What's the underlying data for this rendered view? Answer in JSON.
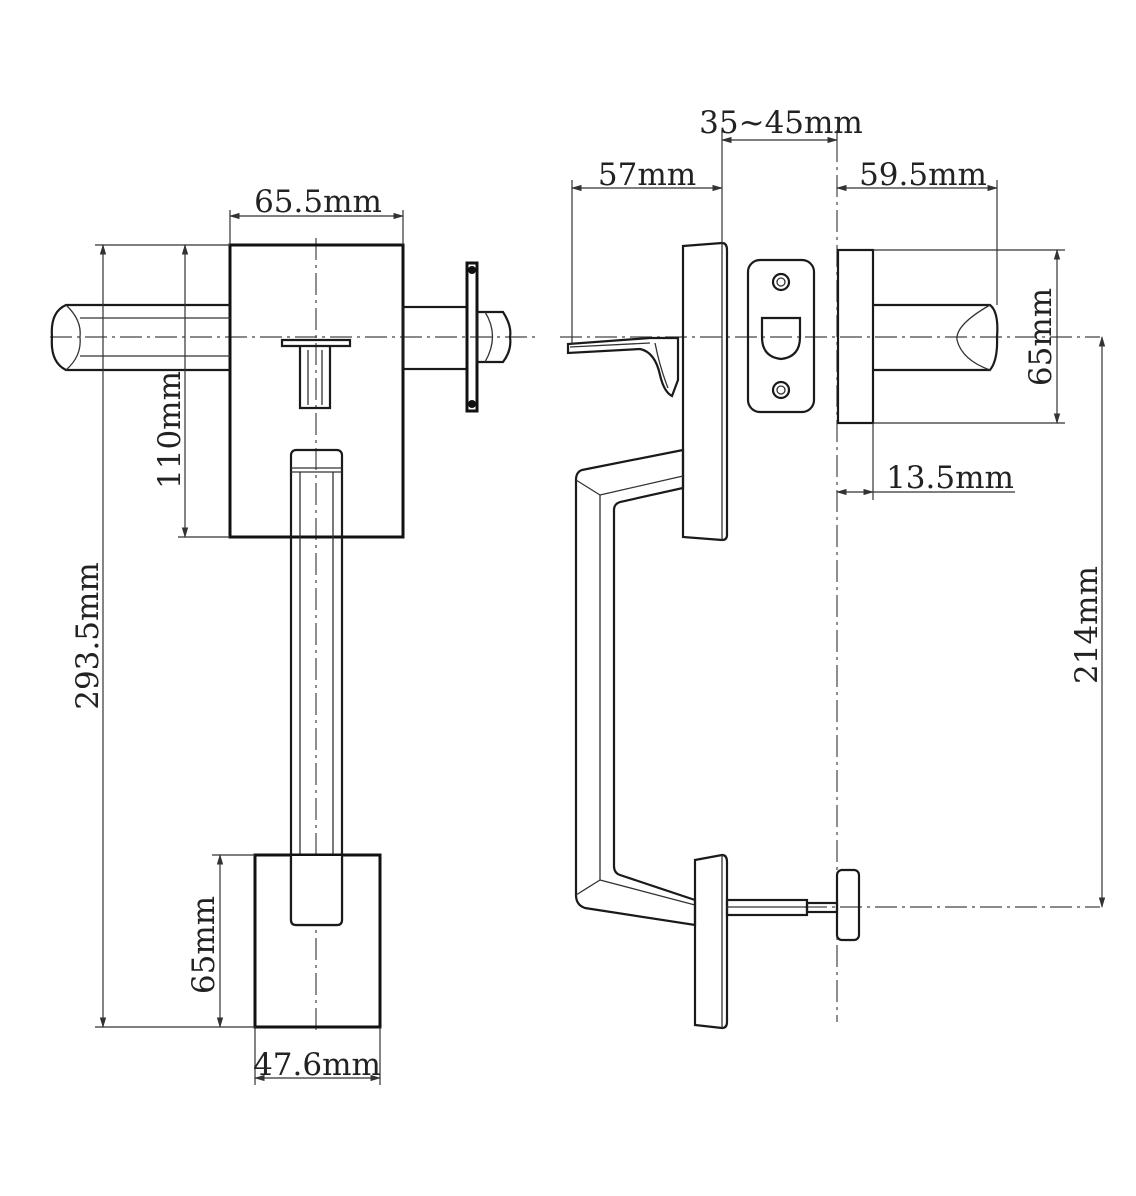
{
  "dimensions": {
    "front_width_top": "65.5mm",
    "front_overall_height": "293.5mm",
    "front_upper_height": "110mm",
    "front_lower_height": "65mm",
    "front_lower_width": "47.6mm",
    "side_door_thickness": "35~45mm",
    "side_projection": "57mm",
    "side_lever_length": "59.5mm",
    "side_rose_diameter": "65mm",
    "side_rose_thickness": "13.5mm",
    "side_center_distance": "214mm"
  },
  "colors": {
    "line": "#1a1a1a",
    "background": "#ffffff"
  }
}
